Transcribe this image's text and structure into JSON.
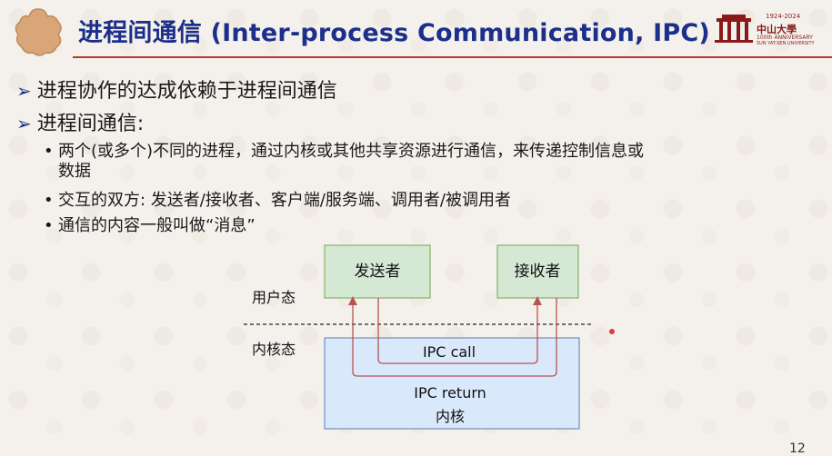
{
  "header": {
    "title": "进程间通信 (Inter-process Communication, IPC)",
    "logo_years": "1924-2024",
    "logo_name": "中山大學",
    "logo_anniv": "100th ANNIVERSARY",
    "logo_univ": "SUN YAT-SEN UNIVERSITY"
  },
  "bullets": [
    "进程协作的达成依赖于进程间通信",
    "进程间通信:"
  ],
  "sub_bullets": {
    "item1_line1": "两个(或多个)不同的进程，通过内核或其他共享资源进行通信，来传递控制信息或",
    "item1_line2": "数据",
    "item2": "交互的双方: 发送者/接收者、客户端/服务端、调用者/被调用者",
    "item3": "通信的内容一般叫做“消息”"
  },
  "diagram": {
    "user_mode": "用户态",
    "kernel_mode": "内核态",
    "sender": "发送者",
    "receiver": "接收者",
    "ipc_call": "IPC call",
    "ipc_return": "IPC return",
    "kernel": "内核"
  },
  "page_number": "12",
  "colors": {
    "title": "#1c2f8a",
    "accent": "#b33b2a",
    "process_fill": "#d5e8d4",
    "process_border": "#82b366",
    "kernel_fill": "#dae8fc",
    "kernel_border": "#6c8ebf",
    "arrow": "#b85450"
  }
}
